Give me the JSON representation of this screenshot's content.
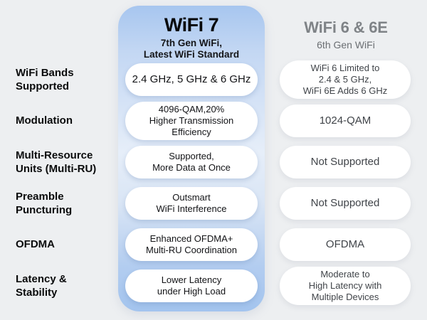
{
  "page": {
    "background_color": "#edeff1",
    "accent_gradient_top": "#a7c6ef",
    "accent_gradient_mid": "#e6eef9",
    "accent_gradient_bottom": "#a3c4ee",
    "pill_color": "#ffffff"
  },
  "wifi7": {
    "title": "WiFi 7",
    "subtitle": "7th Gen WiFi,\nLatest WiFi Standard"
  },
  "wifi6": {
    "title": "WiFi 6 & 6E",
    "subtitle": "6th Gen WiFi"
  },
  "rows": [
    {
      "label": "WiFi Bands\nSupported",
      "wifi7": "2.4 GHz, 5 GHz & 6 GHz",
      "wifi6": "WiFi 6 Limited to\n2.4 & 5 GHz,\nWiFi 6E Adds 6 GHz"
    },
    {
      "label": "Modulation",
      "wifi7": "4096-QAM,20%\nHigher Transmission\nEfficiency",
      "wifi6": "1024-QAM"
    },
    {
      "label": "Multi-Resource\nUnits (Multi-RU)",
      "wifi7": "Supported,\nMore Data at Once",
      "wifi6": "Not Supported"
    },
    {
      "label": "Preamble\nPuncturing",
      "wifi7": "Outsmart\nWiFi Interference",
      "wifi6": "Not Supported"
    },
    {
      "label": "OFDMA",
      "wifi7": "Enhanced OFDMA+\nMulti-RU Coordination",
      "wifi6": "OFDMA"
    },
    {
      "label": "Latency &\nStability",
      "wifi7": "Lower Latency\nunder High Load",
      "wifi6": "Moderate to\nHigh Latency with\nMultiple Devices"
    }
  ]
}
